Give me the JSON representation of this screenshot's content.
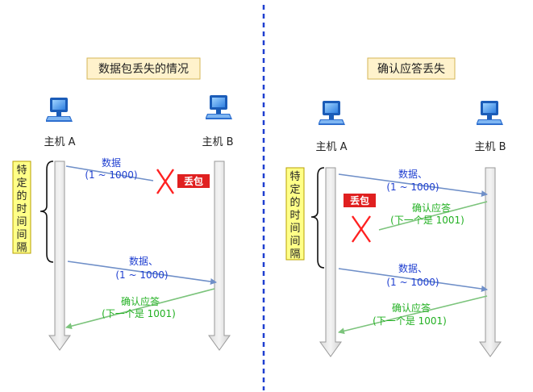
{
  "left": {
    "title": "数据包丢失的情况",
    "host_a": "主机 A",
    "host_b": "主机 B",
    "brace_label": [
      "特",
      "定",
      "的",
      "时",
      "间",
      "间",
      "隔"
    ],
    "msg1_line1": "数据",
    "msg1_line2": "(1 ~ 1000)",
    "loss_badge": "丢包",
    "msg2_line1": "数据、",
    "msg2_line2": "(1 ~ 1000)",
    "ack_line1": "确认应答",
    "ack_line2": "(下一个是 1001)"
  },
  "right": {
    "title": "确认应答丢失",
    "host_a": "主机 A",
    "host_b": "主机 B",
    "brace_label": [
      "特",
      "定",
      "的",
      "时",
      "间",
      "间",
      "隔"
    ],
    "msg1_line1": "数据、",
    "msg1_line2": "(1 ~ 1000)",
    "loss_badge": "丢包",
    "ack1_line1": "确认应答",
    "ack1_line2": "(下一个是 1001)",
    "msg2_line1": "数据、",
    "msg2_line2": "(1 ~ 1000)",
    "ack2_line1": "确认应答",
    "ack2_line2": "(下一个是 1001)"
  },
  "colors": {
    "data_text": "#1f3fd0",
    "ack_text": "#22b022",
    "data_arrow": "#6f8fc8",
    "ack_arrow": "#7cc47c",
    "title_bg": "#fff2cc",
    "brace_label_bg": "#ffff88",
    "loss_badge_bg": "#e02020",
    "cross": "#ff2020",
    "divider": "#1f3fd0"
  },
  "icons": [
    "computer-icon"
  ]
}
